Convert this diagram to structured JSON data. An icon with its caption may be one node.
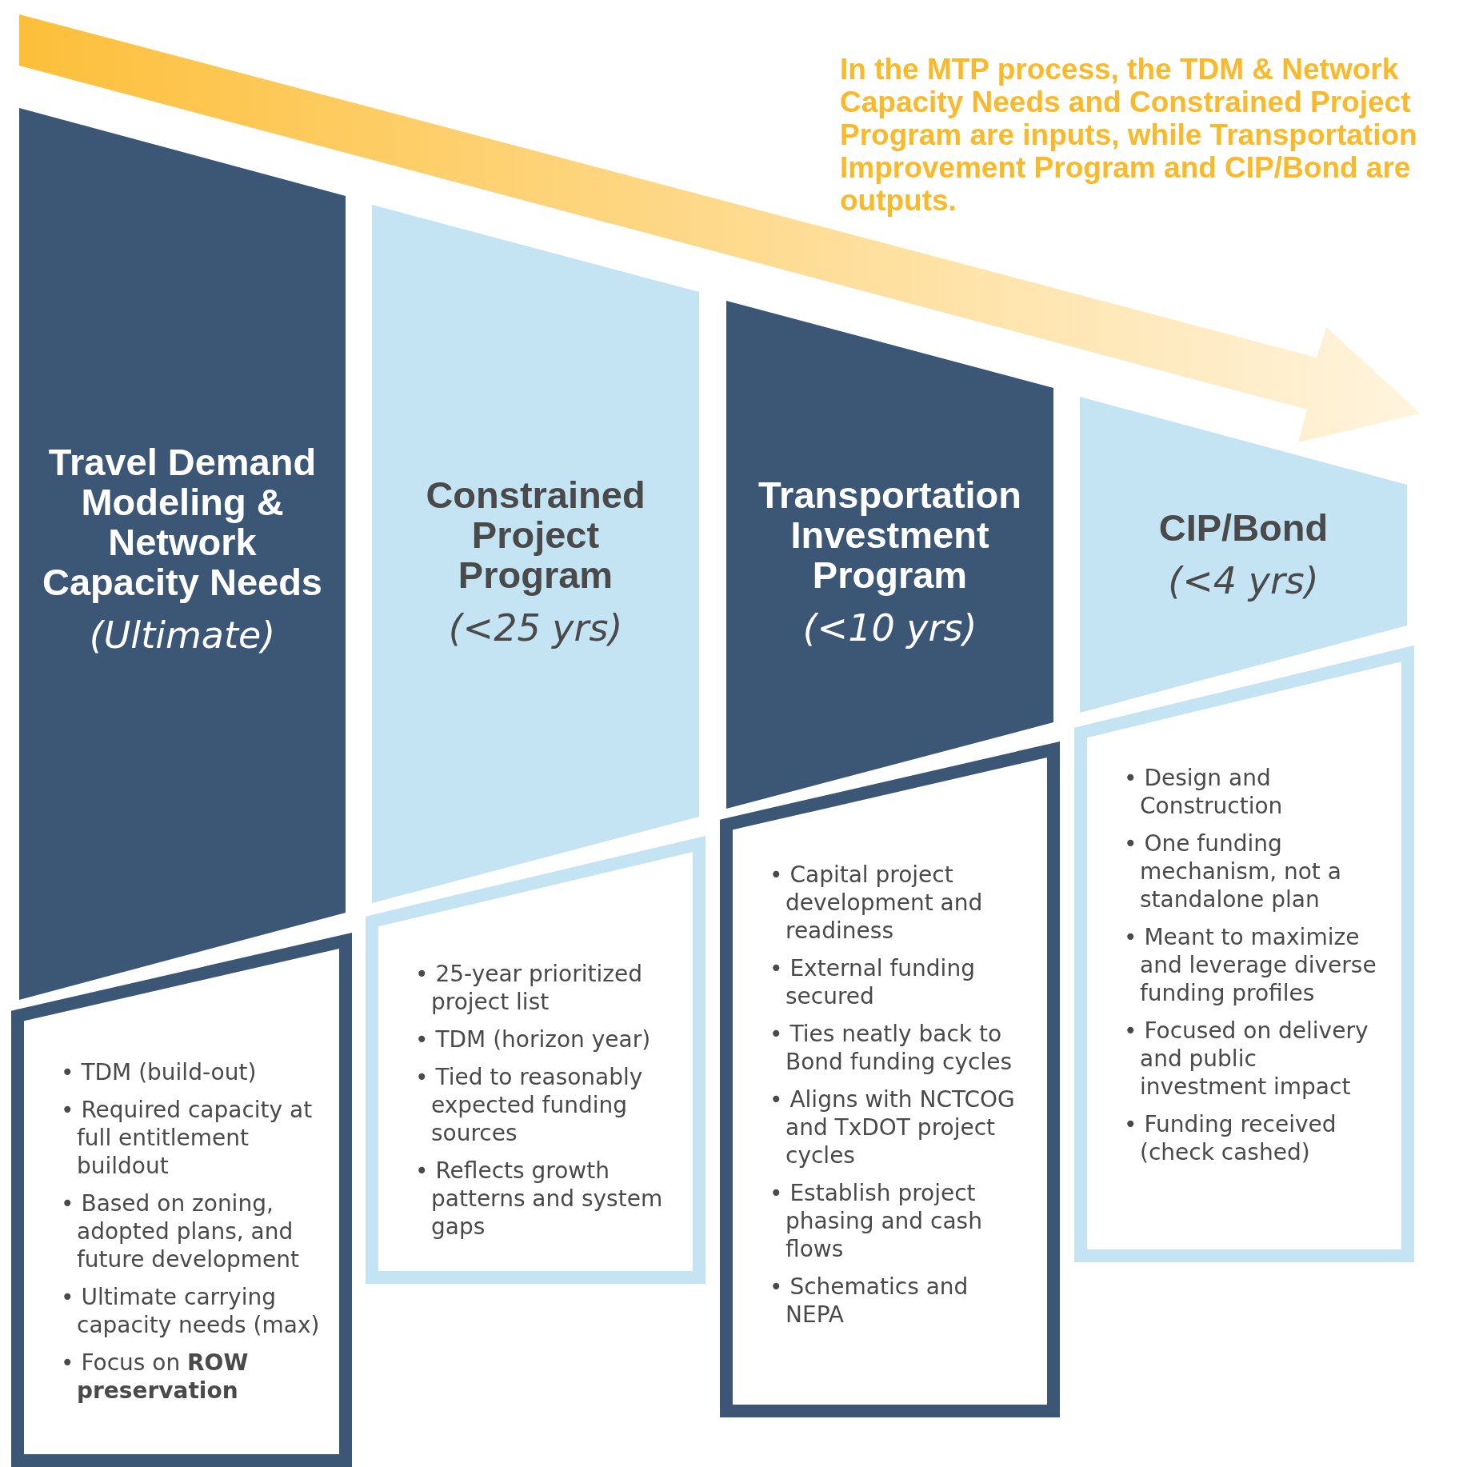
{
  "diagram": {
    "nodes": [
      {
        "text": [
          "Travel Demand Modeling & Network Capacity Needs",
          "(Ultimate)"
        ]
      },
      {
        "text": [
          "• TDM (build-out)",
          "• Required capacity at full entitlement buildout",
          "• Based on zoning, adopted plans, and future development",
          "• Ultimate carrying capacity needs (max)",
          "• Focus on **ROW preservation**"
        ]
      },
      {
        "text": [
          "Constrained Project Program",
          "(<25 yrs)"
        ]
      },
      {
        "text": [
          "• 25-year prioritized project list",
          "• TDM (horizon year)",
          "• Tied to reasonably expected funding sources",
          "• Reflects growth patterns and system gaps"
        ]
      },
      {
        "text": [
          "Transportation Investment Program",
          "(<10 yrs)"
        ]
      },
      {
        "text": [
          "• Capital project development and readiness",
          "• External funding secured",
          "• Ties neatly back to Bond funding cycles",
          "• Aligns with NCTCOG and TxDOT project cycles",
          "• Establish project phasing and cash flows",
          "• Schematics and NEPA"
        ]
      },
      {
        "text": [
          "CIP/Bond",
          "(<4 yrs)"
        ]
      },
      {
        "text": [
          "• Design and Construction",
          "• One funding mechanism, not a standalone plan",
          "• Meant to maximize and leverage diverse funding profiles",
          "• Focused on delivery and public investment impact",
          "• Funding received (check cashed)"
        ]
      }
    ],
    "labels": [
      "In the MTP process, the TDM & Network Capacity Needs and Constrained Project Program are inputs, while Transportation Improvement Program and CIP/Bond are outputs."
    ]
  }
}
